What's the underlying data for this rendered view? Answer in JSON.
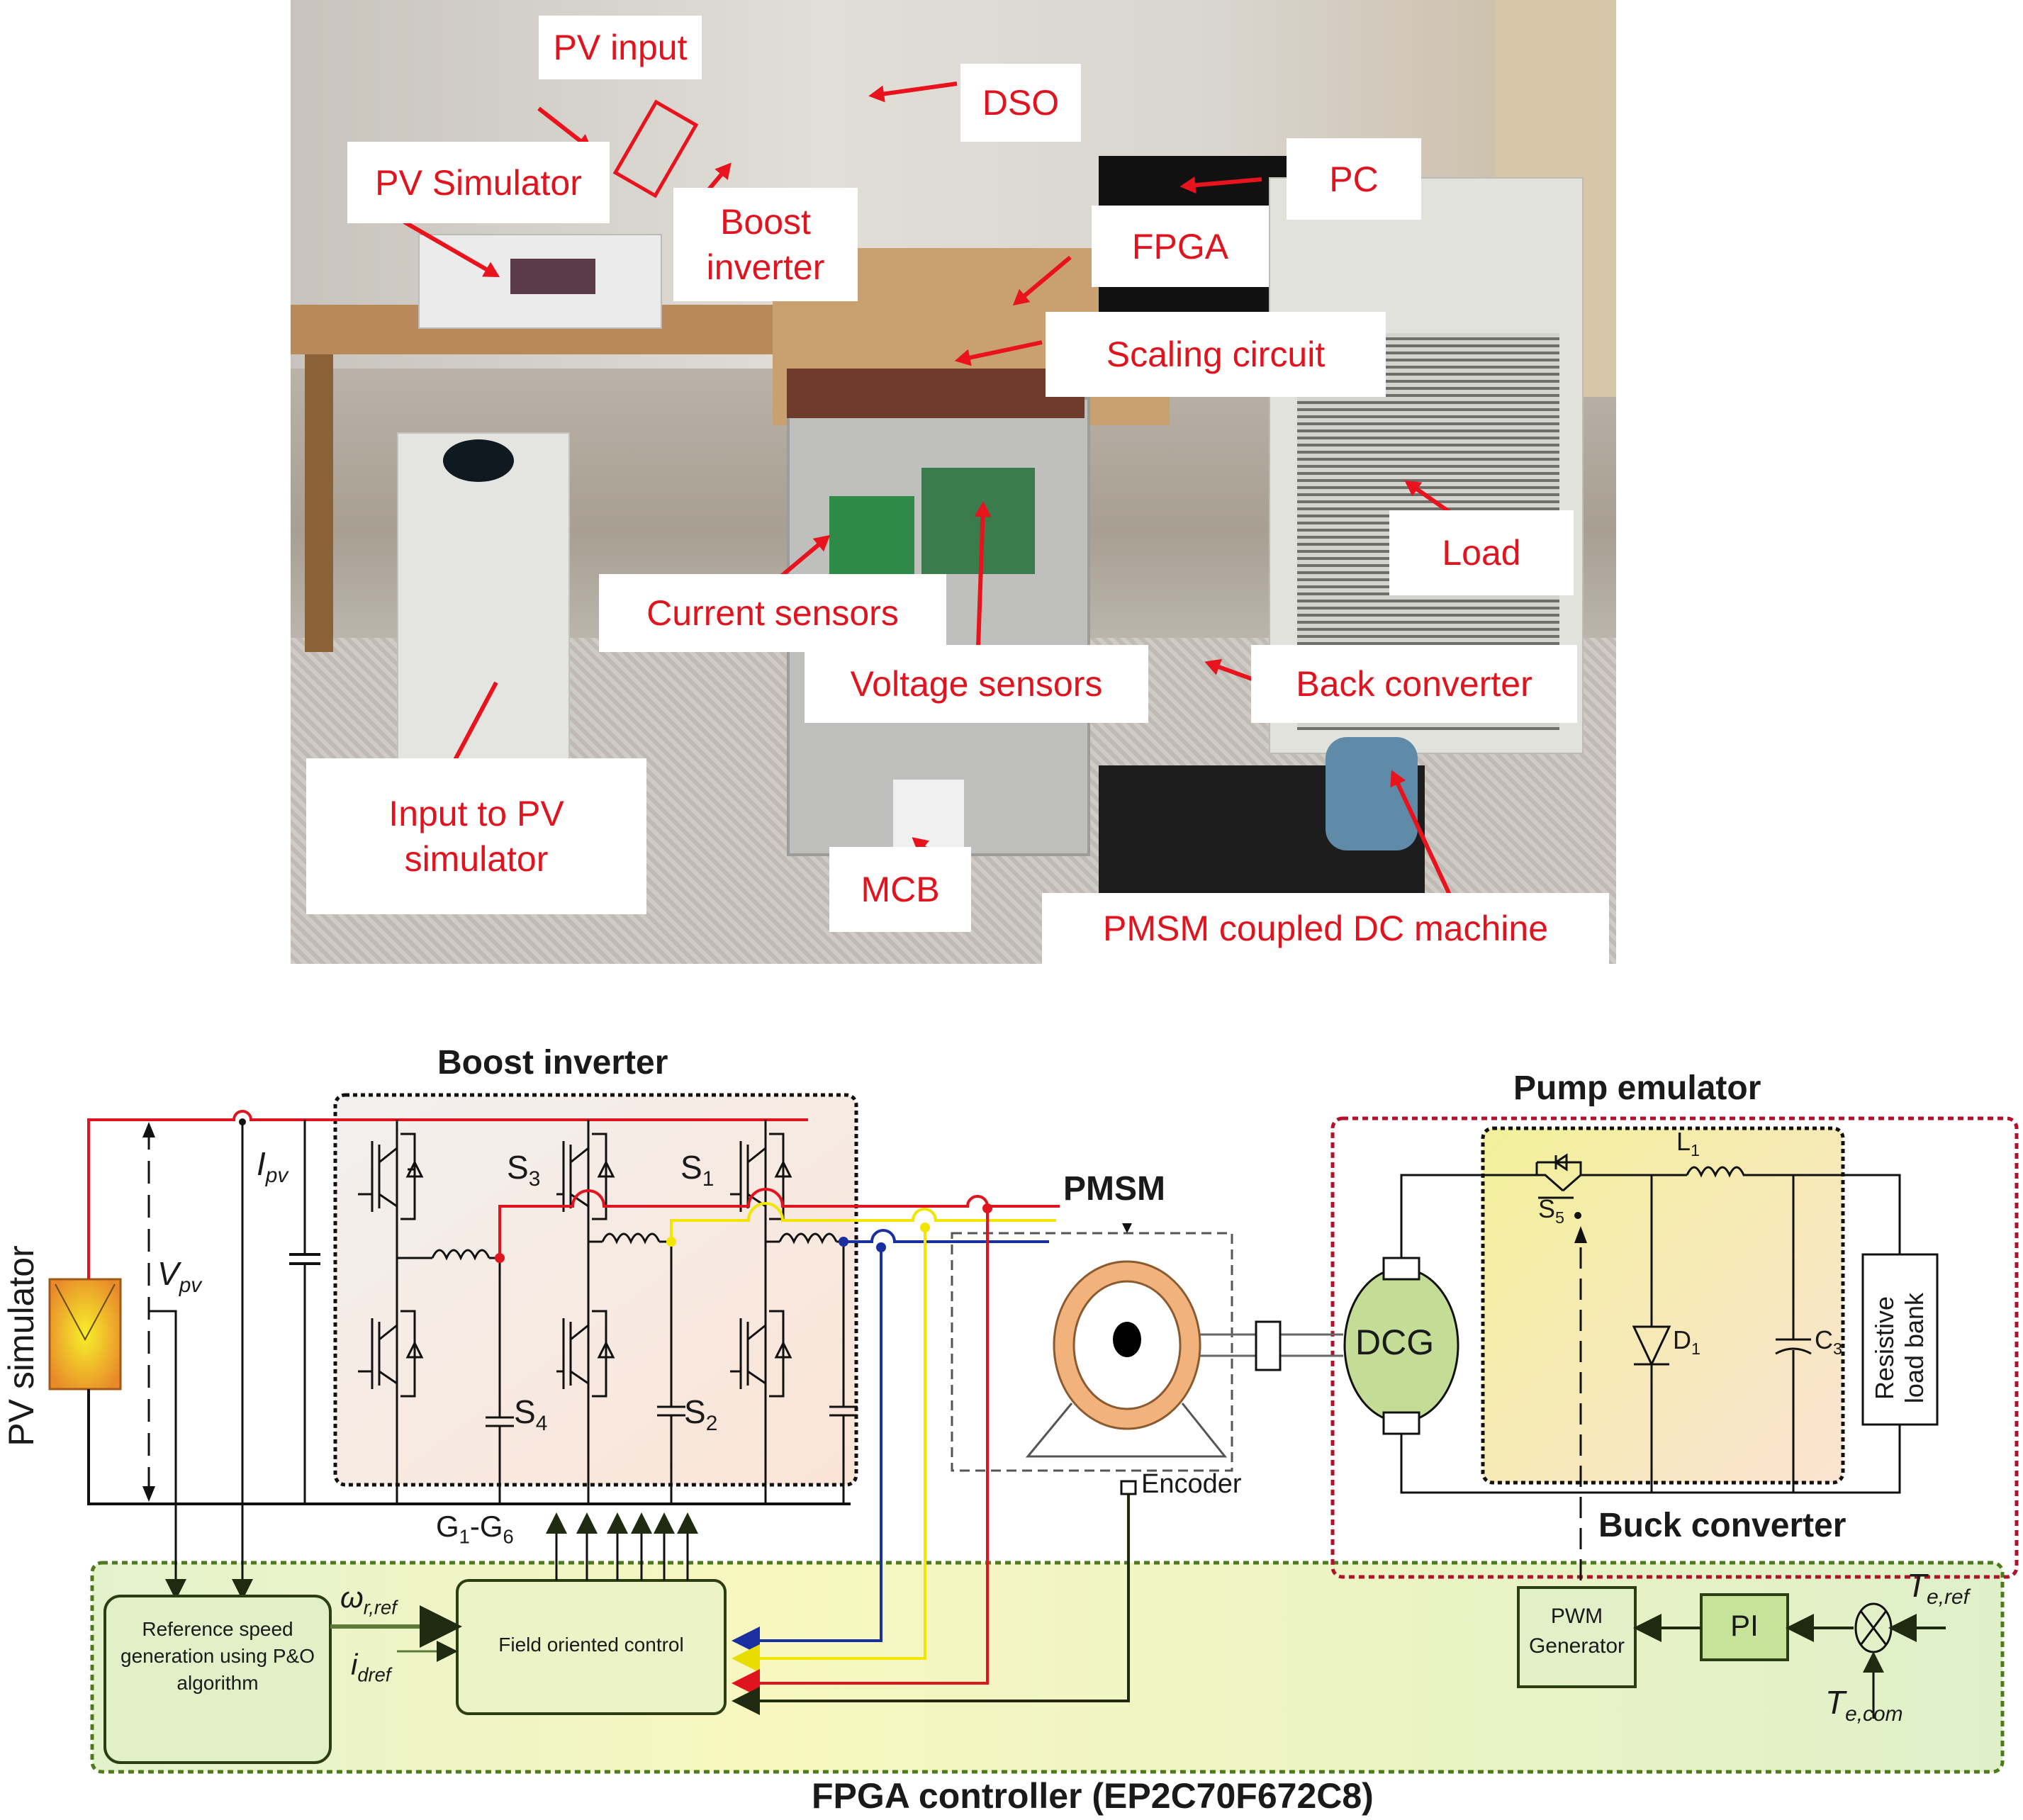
{
  "photo": {
    "labels": {
      "pv_input": "PV input",
      "dso": "DSO",
      "pv_simulator": "PV Simulator",
      "boost_inverter": "Boost\ninverter",
      "pc": "PC",
      "fpga": "FPGA",
      "scaling_circuit": "Scaling circuit",
      "load": "Load",
      "current_sensors": "Current sensors",
      "voltage_sensors": "Voltage sensors",
      "back_converter": "Back converter",
      "input_to_pv_simulator": "Input to PV\nsimulator",
      "mcb": "MCB",
      "pmsm_coupled_dc_machine": "PMSM coupled DC machine"
    },
    "label_color": "#e0141e"
  },
  "diagram": {
    "pv_simulator_label": "PV simulator",
    "boost_inverter_title": "Boost inverter",
    "pmsm_title": "PMSM",
    "pump_emulator_title": "Pump emulator",
    "buck_converter_title": "Buck converter",
    "fpga_controller_title": "FPGA controller (EP2C70F672C8)",
    "ipv": {
      "base": "I",
      "sub": "pv"
    },
    "vpv": {
      "base": "V",
      "sub": "pv"
    },
    "switches": {
      "s1": {
        "base": "S",
        "sub": "1"
      },
      "s2": {
        "base": "S",
        "sub": "2"
      },
      "s3": {
        "base": "S",
        "sub": "3"
      },
      "s4": {
        "base": "S",
        "sub": "4"
      },
      "s5": {
        "base": "S",
        "sub": "5"
      }
    },
    "l1": {
      "base": "L",
      "sub": "1"
    },
    "d1": {
      "base": "D",
      "sub": "1"
    },
    "c3": {
      "base": "C",
      "sub": "3"
    },
    "dcg": "DCG",
    "resistive_load_bank": "Resistive\nload bank",
    "encoder": "Encoder",
    "gates": {
      "g1": "G",
      "g1_sub": "1",
      "dash": "-",
      "g6": "G",
      "g6_sub": "6"
    },
    "ref_speed_block": "Reference speed\ngeneration using P&O\nalgorithm",
    "foc_block": "Field oriented control",
    "omega_ref": {
      "base": "ω",
      "sub": "r,ref"
    },
    "idref": {
      "base": "i",
      "sub": "dref"
    },
    "pwm_block": "PWM\nGenerator",
    "pi_block": "PI",
    "te_ref": {
      "base": "T",
      "sub": "e,ref"
    },
    "te_com": {
      "base": "T",
      "sub": "e,com"
    },
    "colors": {
      "red_phase": "#e0141e",
      "yellow_phase": "#f2e600",
      "blue_phase": "#1a2fa0",
      "pmsm_ring": "#f2b27c",
      "dcg_fill": "#c3dd96",
      "fpga_border": "#4e7a1e",
      "pump_border": "#b0122a",
      "buck_fill": "#f7f3a0"
    }
  }
}
